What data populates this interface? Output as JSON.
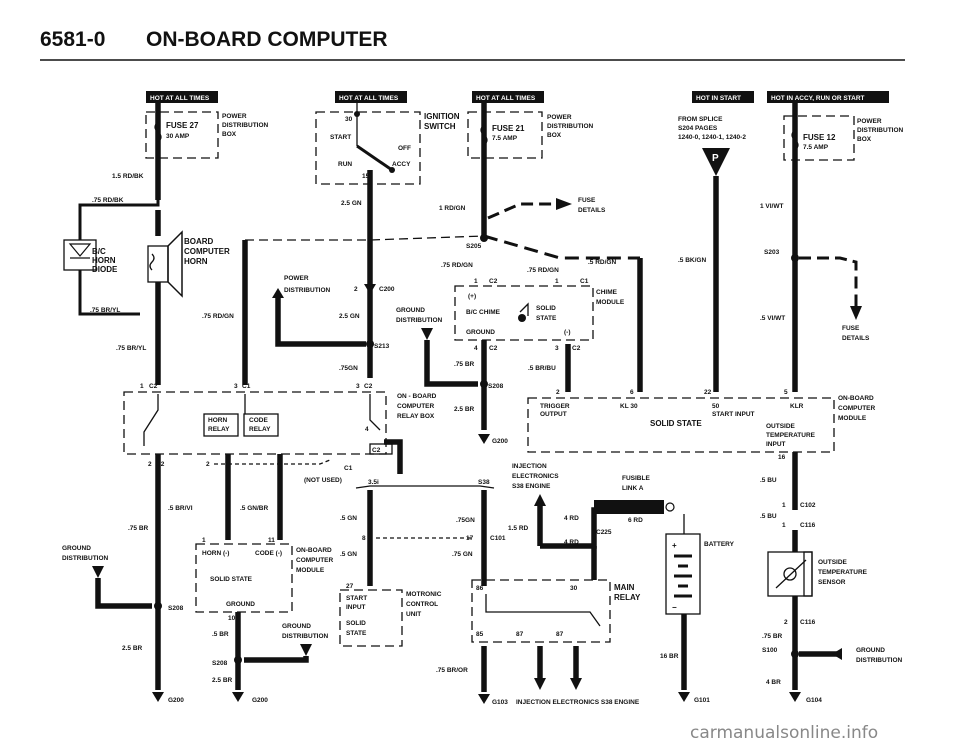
{
  "page": {
    "number": "6581-0",
    "title": "ON-BOARD COMPUTER",
    "watermark": "carmanualsonline.info"
  },
  "badges": {
    "hot_always": "HOT AT ALL TIMES",
    "hot_start": "HOT IN START",
    "hot_acc_run_start": "HOT IN ACCY, RUN OR START"
  },
  "fuse27": {
    "name": "FUSE 27",
    "rating": "30 AMP",
    "box1": "POWER",
    "box2": "DISTRIBUTION",
    "box3": "BOX",
    "wire": "1.5 RD/BK"
  },
  "ignition": {
    "title1": "IGNITION",
    "title2": "SWITCH",
    "t30": "30",
    "start": "START",
    "off": "OFF",
    "run": "RUN",
    "acc": "ACCY",
    "t15": "15",
    "wire": "2.5 GN"
  },
  "fuse21": {
    "name": "FUSE 21",
    "rating": "7.5 AMP",
    "box1": "POWER",
    "box2": "DISTRIBUTION",
    "box3": "BOX",
    "wire": "1 RD/GN"
  },
  "fuse12": {
    "name": "FUSE 12",
    "rating": "7.5 AMP",
    "box1": "POWER",
    "box2": "DISTRIBUTION",
    "box3": "BOX",
    "wire": "1 VI/WT"
  },
  "splice_note": {
    "l1": "FROM SPLICE",
    "l2": "S204 PAGES",
    "l3": "1240-0,  1240-1, 1240-2",
    "p": "P"
  },
  "fuse_details": "FUSE\nDETAILS",
  "fuse_details_a": "FUSE",
  "fuse_details_b": "DETAILS",
  "horn_diode": {
    "l1": "B/C",
    "l2": "HORN",
    "l3": "DIODE",
    "wire_top": ".75 RD/BK",
    "wire_bot": ".75 BR/YL",
    "wire_bot2": ".75 BR/YL"
  },
  "board_horn": {
    "l1": "BOARD",
    "l2": "COMPUTER",
    "l3": "HORN",
    "wire": ".75 RD/GN"
  },
  "center": {
    "power_dist_1": "POWER",
    "power_dist_2": "DISTRIBUTION",
    "c200": "C200",
    "c200_pin": "2",
    "gn25": "2.5 GN",
    "s213": "S213",
    "gn75": ".75GN",
    "ground_dist_1": "GROUND",
    "ground_dist_2": "DISTRIBUTION",
    "s205": "S205",
    "rdgn75": ".75 RD/GN",
    "rdgn75b": ".75 RD/GN",
    "br75": ".75 BR",
    "s208": "S208",
    "br25": "2.5 BR",
    "g200": "G200"
  },
  "chime": {
    "l1": "CHIME",
    "l2": "MODULE",
    "plus": "(+)",
    "bc": "B/C CHIME",
    "solid": "SOLID",
    "state": "STATE",
    "ground": "GROUND",
    "minus": "(-)",
    "c2": "C2",
    "c1": "C1",
    "p4": "4",
    "p3": "3",
    "p1": "1",
    "p1b": "1",
    "rdgn5": ".5 RD/GN",
    "brbu5": ".5 BR/BU"
  },
  "relay_box": {
    "l1": "ON - BOARD",
    "l2": "COMPUTER",
    "l3": "RELAY BOX",
    "horn_relay_1": "HORN",
    "horn_relay_2": "RELAY",
    "code_relay_1": "CODE",
    "code_relay_2": "RELAY",
    "c2_label": "C2",
    "c1_label": "C1",
    "c2_right": "C2",
    "c2_far": "C2",
    "pin1": "1",
    "pin3": "3",
    "pin3b": "3",
    "pin4": "4",
    "pin2": "2",
    "pin2b": "2",
    "not_used": "(NOT USED)",
    "c1_bottom": "C1",
    "c2_bottom": "C2"
  },
  "lower_left": {
    "ground": "GROUND",
    "dist": "DISTRIBUTION",
    "br75": ".75 BR",
    "brvi5": ".5 BR/VI",
    "gnbr5": ".5 GN/BR",
    "s208": "S208",
    "br25": "2.5 BR",
    "g200": "G200"
  },
  "obc_lower": {
    "l1": "ON-BOARD",
    "l2": "COMPUTER",
    "l3": "MODULE",
    "horn_minus": "HORN (-)",
    "code_minus": "CODE (-)",
    "solid_state": "SOLID STATE",
    "ground": "GROUND",
    "pin1": "1",
    "pin11": "11",
    "pin10": "10",
    "br5": ".5 BR",
    "ground_dist_1": "GROUND",
    "ground_dist_2": "DISTRIBUTION",
    "s208": "S208",
    "br25": "2.5 BR",
    "g200": "G200"
  },
  "injection": {
    "variant": "3.5i",
    "s38": "S38",
    "ie1": "INJECTION",
    "ie2": "ELECTRONICS",
    "ie3": "S38 ENGINE",
    "fusible1": "FUSIBLE",
    "fusible2": "LINK A",
    "gn5": ".5 GN",
    "gn75": ".75GN",
    "gn5b": ".5 GN",
    "gn75b": ".75 GN",
    "pin8": "8",
    "pin17": "17",
    "c101": "C101",
    "pin27": "27",
    "rd15": "1.5 RD",
    "rd4": "4 RD",
    "rd4b": "4 RD",
    "rd6": "6 RD",
    "c225": "C225",
    "start_input1": "START",
    "start_input2": "INPUT",
    "solid1": "SOLID",
    "solid2": "STATE",
    "motronic1": "MOTRONIC",
    "motronic2": "CONTROL",
    "motronic3": "UNIT",
    "main1": "MAIN",
    "main2": "RELAY",
    "p86": "86",
    "p30": "30",
    "p85": "85",
    "p87": "87",
    "p87b": "87",
    "bror": ".75 BR/OR",
    "g103": "G103",
    "bottom": "INJECTION ELECTRONICS S38 ENGINE"
  },
  "battery": {
    "label": "BATTERY",
    "br16": "16 BR",
    "g101": "G101"
  },
  "trigger_module": {
    "bk5": ".5 BK/GN",
    "trigger1": "TRIGGER",
    "trigger2": "OUTPUT",
    "kl30": "KL 30",
    "p50": "50",
    "start_input": "START INPUT",
    "solid_state": "SOLID STATE",
    "klr": "KLR",
    "outside1": "OUTSIDE",
    "outside2": "TEMPERATURE",
    "outside3": "INPUT",
    "p2": "2",
    "p6": "6",
    "p22": "22",
    "p5": "5",
    "p16": "16",
    "obc1": "ON-BOARD",
    "obc2": "COMPUTER",
    "obc3": "MODULE"
  },
  "right_side": {
    "s203": "S203",
    "viwt5": ".5 VI/WT",
    "bu5": ".5 BU",
    "bu5b": ".5 BU",
    "c102": "C102",
    "c116": "C116",
    "c116b": "C116",
    "p1": "1",
    "p1b": "1",
    "p2": "2",
    "ots1": "OUTSIDE",
    "ots2": "TEMPERATURE",
    "ots3": "SENSOR",
    "br75": ".75 BR",
    "s100": "S100",
    "gd1": "GROUND",
    "gd2": "DISTRIBUTION",
    "br4": "4 BR",
    "g104": "G104"
  }
}
